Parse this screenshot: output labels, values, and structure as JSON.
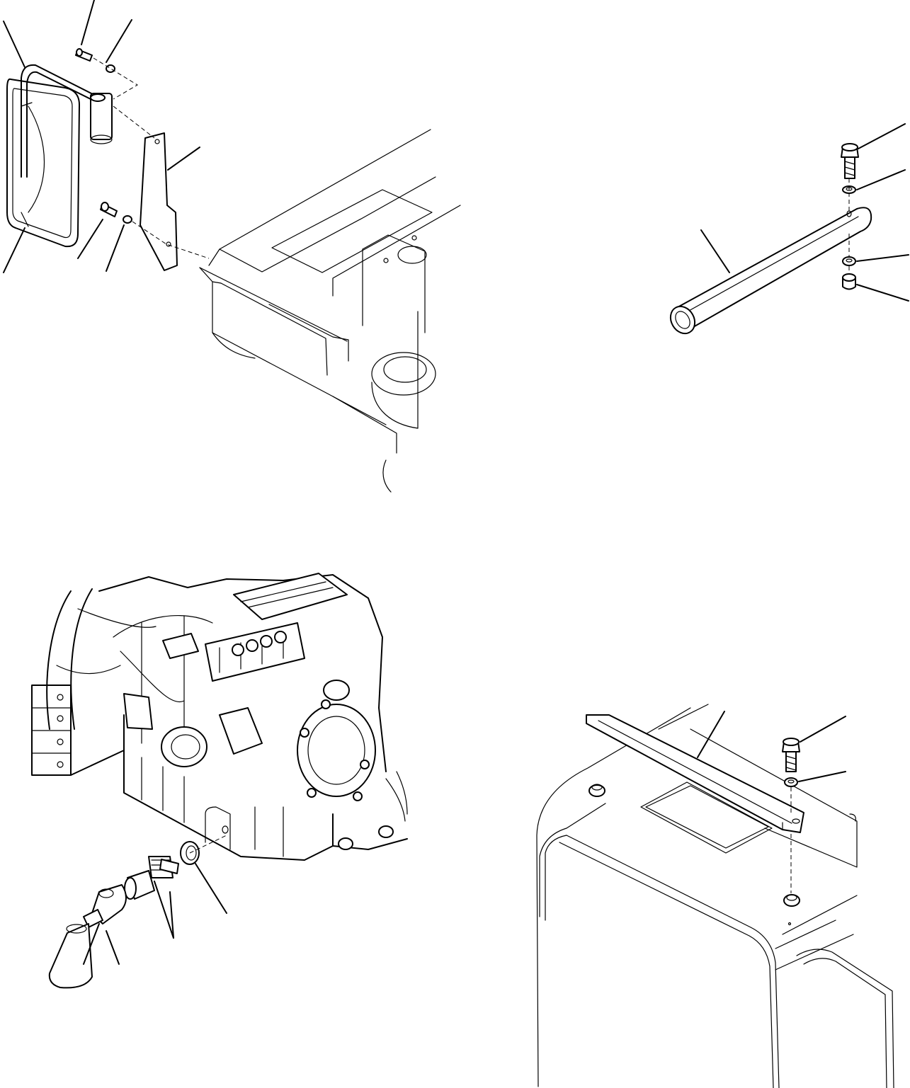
{
  "figure": {
    "panels": [
      {
        "id": "mirror-assembly"
      },
      {
        "id": "tube-assembly"
      },
      {
        "id": "engine-sensor-assembly"
      },
      {
        "id": "cab-roof-bracket-assembly"
      }
    ]
  }
}
